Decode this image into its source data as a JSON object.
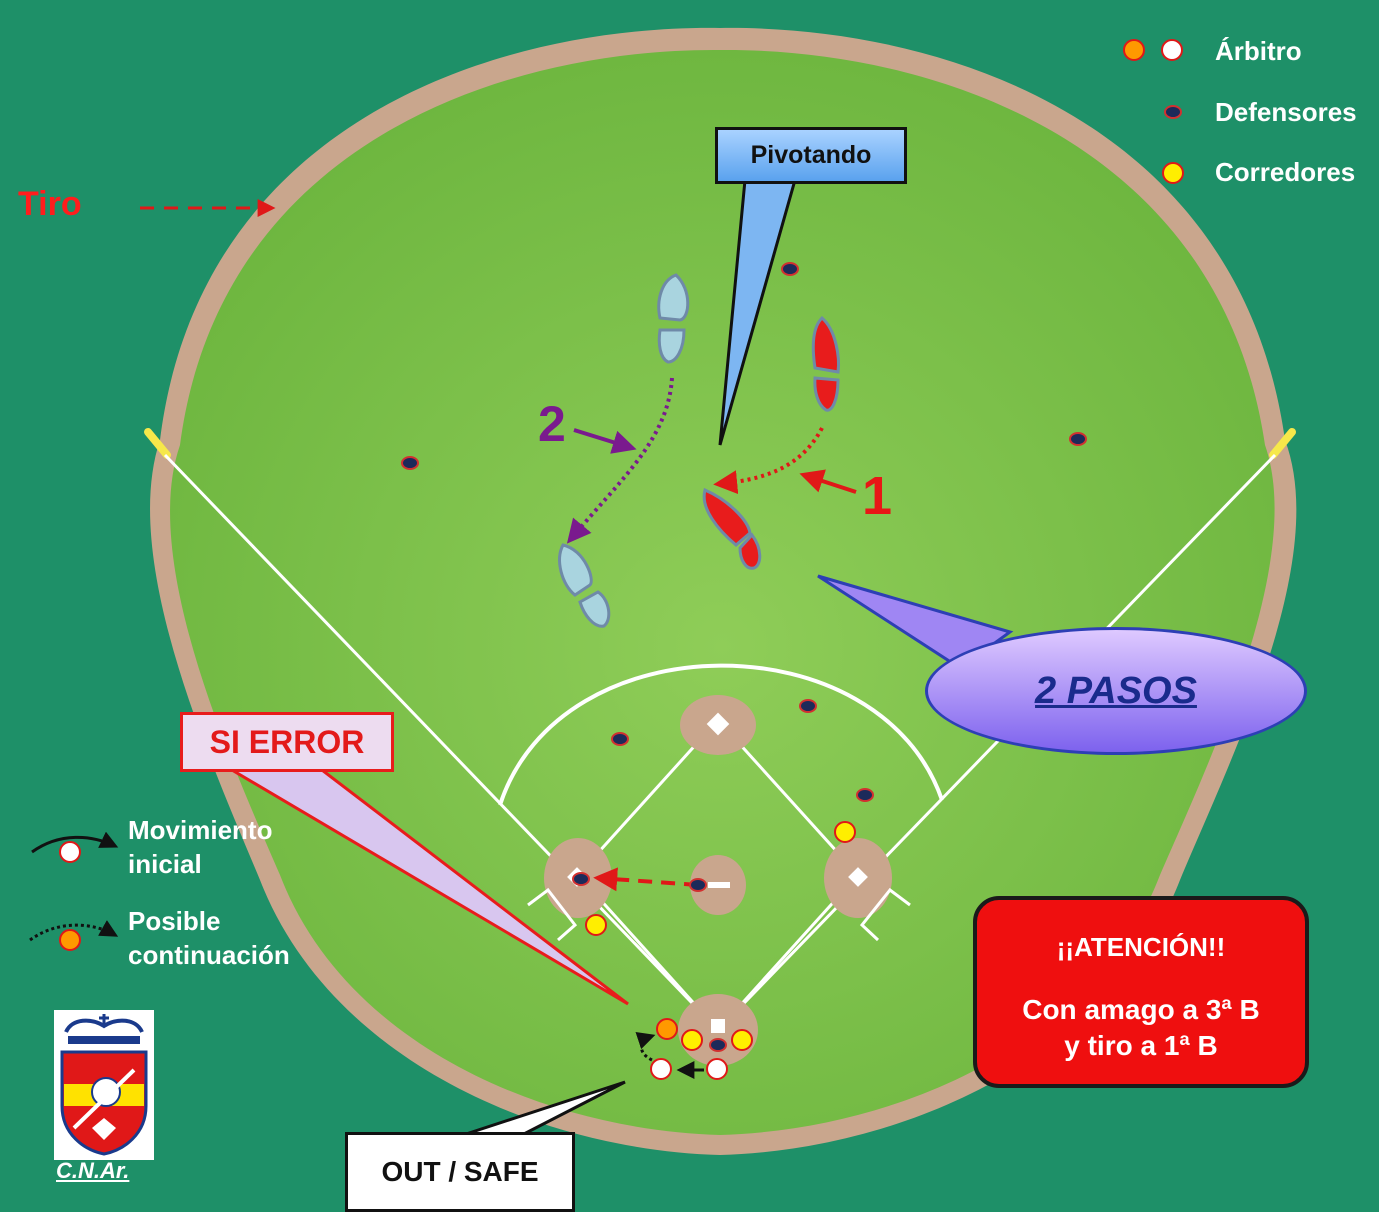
{
  "legend": {
    "umpire": "Árbitro",
    "defenders": "Defensores",
    "runners": "Corredores"
  },
  "throw_legend": "Tiro",
  "movement_legend": {
    "initial_line1": "Movimiento",
    "initial_line2": "inicial",
    "continuation_line1": "Posible",
    "continuation_line2": "continuación"
  },
  "callouts": {
    "pivoting": "Pivotando",
    "two_steps": "2 PASOS",
    "if_error": "SI ERROR",
    "out_safe": "OUT / SAFE"
  },
  "step_numbers": {
    "one": "1",
    "two": "2"
  },
  "attention": {
    "title": "¡¡ATENCIÓN!!",
    "line1": "Con amago a 3ª B",
    "line2": "y tiro a 1ª B"
  },
  "logo_caption": "C.N.Ar.",
  "colors": {
    "background": "#1e9068",
    "grass": "#7cc04a",
    "dirt": "#c9a68d",
    "defender": "#1c2a5a",
    "runner": "#ffee00",
    "umpire_orange": "#ff9900",
    "umpire_white": "#ffffff",
    "throw": "#e01818",
    "step2": "#7a1a8e"
  }
}
